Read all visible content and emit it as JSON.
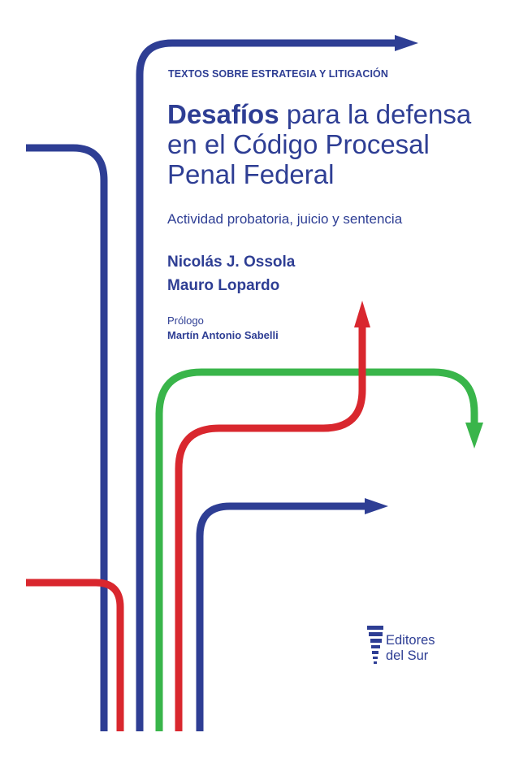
{
  "colors": {
    "blue": "#2e3e94",
    "red": "#d9272e",
    "green": "#39b54a",
    "dark_text": "#2e3e94"
  },
  "series_label": "TEXTOS SOBRE ESTRATEGIA Y LITIGACIÓN",
  "title": {
    "emphasis": "Desafíos",
    "line1_rest": " para la defensa",
    "line2": "en el Código Procesal",
    "line3": "Penal Federal"
  },
  "subtitle": "Actividad probatoria, juicio y sentencia",
  "authors": [
    "Nicolás J. Ossola",
    "Mauro Lopardo"
  ],
  "prologue": {
    "label": "Prólogo",
    "name": "Martín Antonio Sabelli"
  },
  "publisher": {
    "line1": "Editores",
    "line2": "del Sur",
    "logo_icon": "south-america-stripes-logo"
  }
}
